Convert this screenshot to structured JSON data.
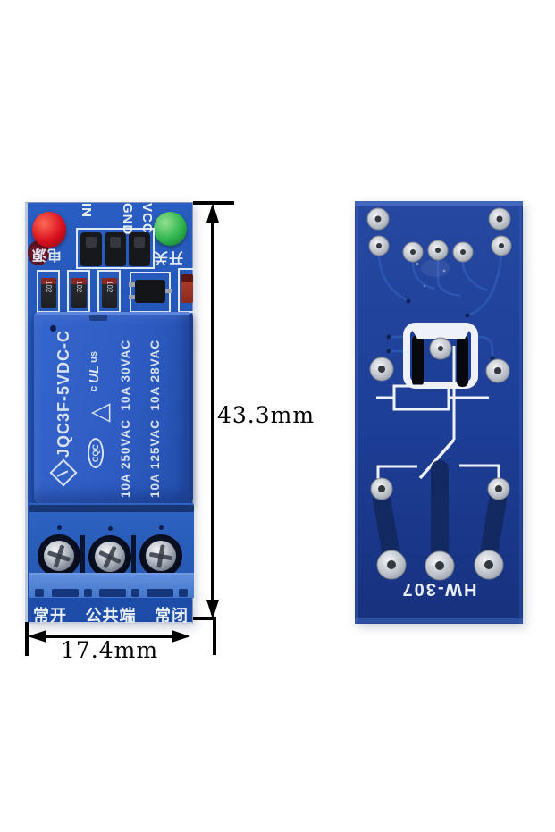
{
  "front_module": {
    "pin_labels": [
      "IN",
      "GND",
      "VCC"
    ],
    "indicator_labels": {
      "power": "电源",
      "switch": "开关"
    },
    "resistor_labels": [
      "102",
      "102",
      "102"
    ],
    "relay": {
      "model": "JQC3F-5VDC-C",
      "ul_prefix": "c",
      "ul_logo": "UL",
      "ul_suffix": "us",
      "triangle_mark": "△",
      "cqc_mark": "CQC",
      "ratings_col1": "10A 250VAC  10A 30VAC",
      "ratings_col2": "10A 125VAC  10A 28VAC"
    },
    "terminal_labels": [
      "常开",
      "公共端",
      "常闭"
    ]
  },
  "back_module": {
    "board_label": "HW-307"
  },
  "dimensions": {
    "height": "43.3mm",
    "width": "17.4mm"
  },
  "icons": {
    "ul_certification": "cULus-mark",
    "triangle_certification": "triangle-outline-mark",
    "cqc_certification": "cqc-oval-mark",
    "manufacturer_logo": "diamond-logo",
    "screw": "phillips-screw"
  },
  "colors": {
    "background": "#ffffff",
    "pcb_front": "#2153b4",
    "pcb_back": "#1e3f98",
    "relay_body": "#2e5cc2",
    "terminal_block": "#2b63be",
    "silkscreen": "#e9eff9",
    "led_red": "#d8101f",
    "led_green": "#2eb34e",
    "solder_pad": "#c6cad2",
    "dimension_lines": "#000000"
  }
}
